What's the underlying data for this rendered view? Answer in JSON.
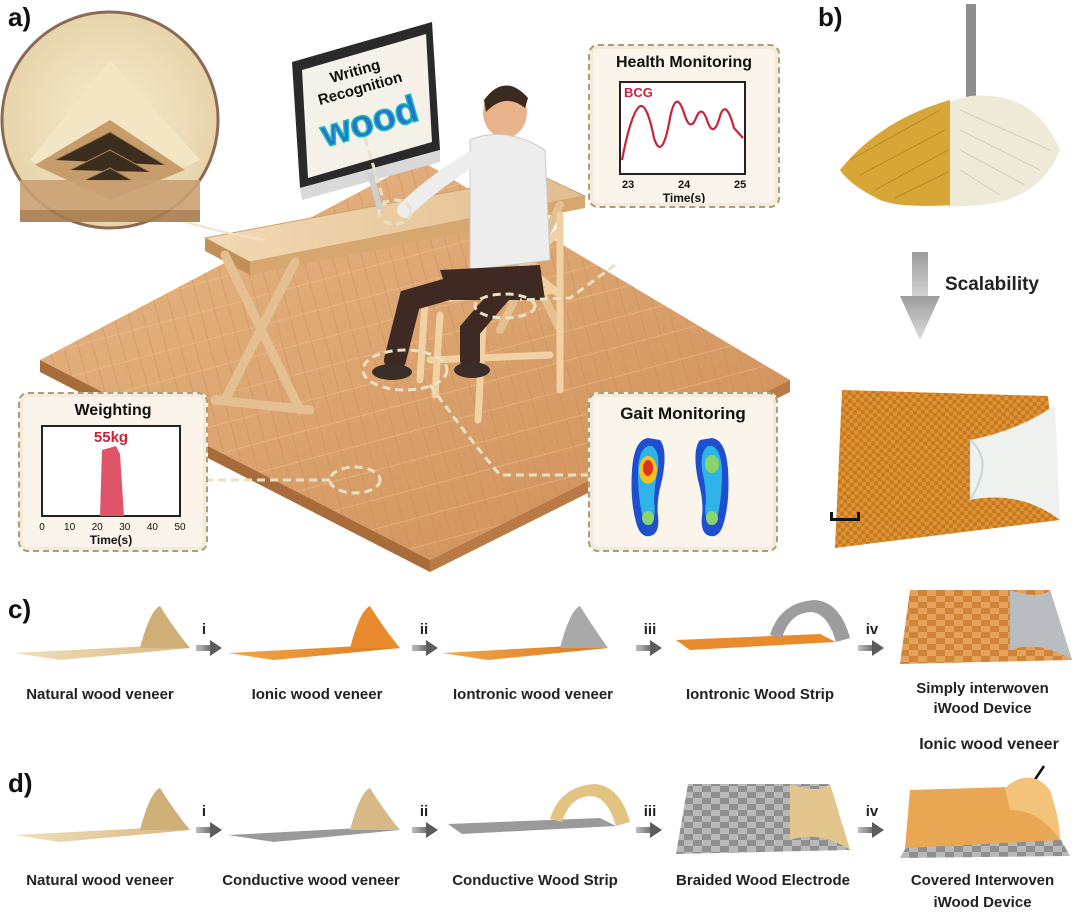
{
  "panels": {
    "a": "a)",
    "b": "b)",
    "c": "c)",
    "d": "d)"
  },
  "panel_a": {
    "writing": {
      "line1": "Writing",
      "line2": "Recognition",
      "word": "wood"
    },
    "health": {
      "title": "Health Monitoring",
      "signal": "BCG",
      "xlabel": "Time(s)",
      "ticks": [
        "23",
        "24",
        "25"
      ]
    },
    "weighting": {
      "title": "Weighting",
      "value": "55kg",
      "xlabel": "Time(s)",
      "ticks": [
        "0",
        "10",
        "20",
        "30",
        "40",
        "50"
      ]
    },
    "gait": {
      "title": "Gait Monitoring"
    }
  },
  "panel_b": {
    "arrow_label": "Scalability"
  },
  "panel_c": {
    "steps": [
      "i",
      "ii",
      "iii",
      "iv"
    ],
    "items": [
      "Natural wood veneer",
      "Ionic wood veneer",
      "Iontronic wood veneer",
      "Iontronic Wood Strip",
      "Simply interwoven",
      "iWood Device"
    ]
  },
  "panel_d": {
    "steps": [
      "i",
      "ii",
      "iii",
      "iv"
    ],
    "callout": "Ionic wood veneer",
    "items": [
      "Natural wood veneer",
      "Conductive wood veneer",
      "Conductive Wood Strip",
      "Braided Wood Electrode",
      "Covered Interwoven",
      "iWood Device"
    ]
  },
  "colors": {
    "natural_wood": "#e8d3a6",
    "ionic_wood": "#e8922e",
    "conductive": "#9a9a9a",
    "weight_bar": "#e0546a",
    "bcg_line": "#c8233a",
    "dashed_border": "#a99e74",
    "inset_bg": "#fbf4ea"
  }
}
